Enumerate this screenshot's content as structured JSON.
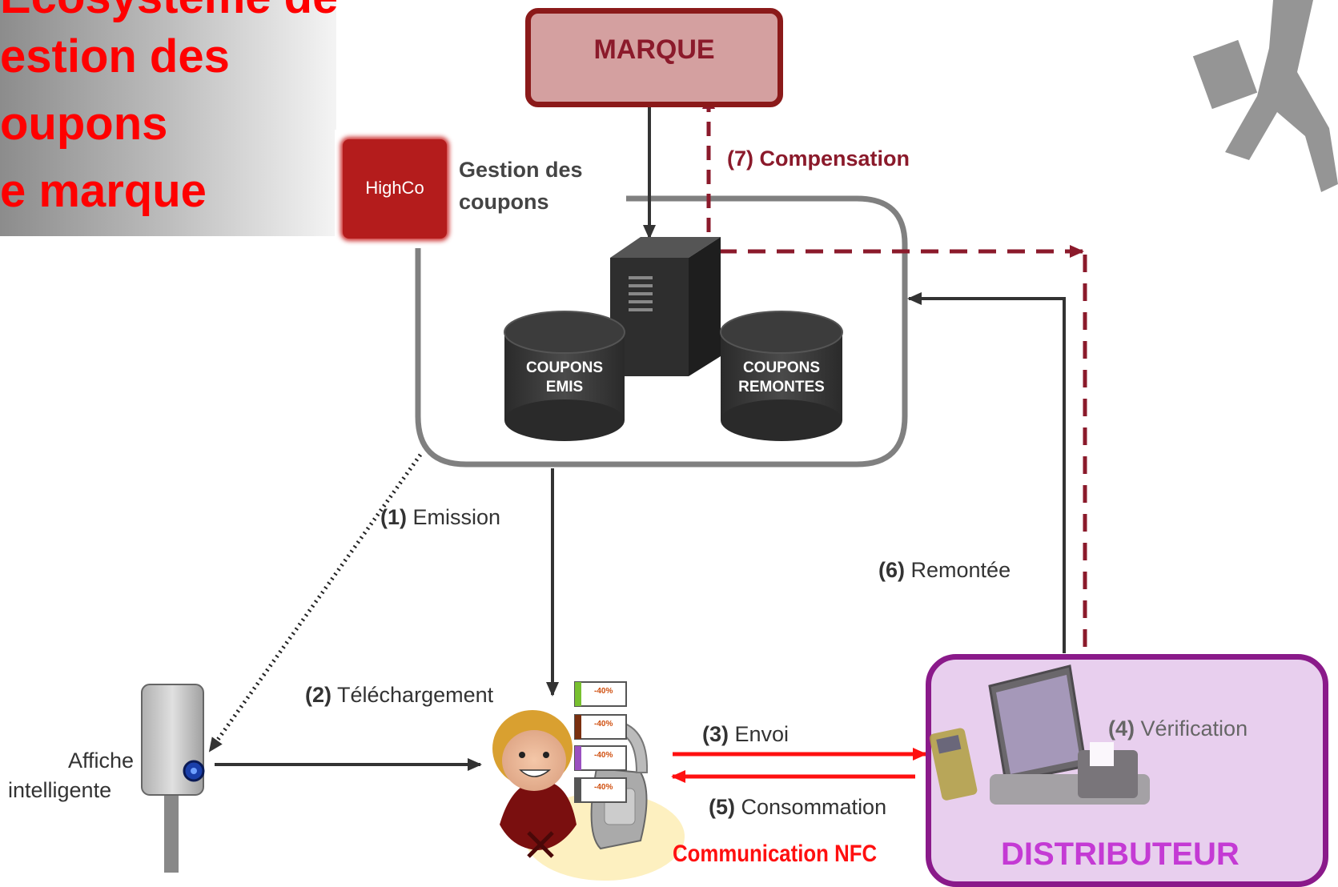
{
  "title": {
    "lines": [
      "Ecosystème de la",
      "estion des",
      "oupons",
      "e marque"
    ]
  },
  "marque": "MARQUE",
  "highco_logo": "HighCo",
  "gestion": {
    "line1": "Gestion des",
    "line2": "coupons"
  },
  "databases": {
    "emis_line1": "COUPONS",
    "emis_line2": "EMIS",
    "remontes_line1": "COUPONS",
    "remontes_line2": "REMONTES"
  },
  "steps": {
    "s1_num": "(1)",
    "s1_text": "Emission",
    "s2_num": "(2)",
    "s2_text": "Téléchargement",
    "s3_num": "(3)",
    "s3_text": "Envoi",
    "s4_num": "(4)",
    "s4_text": "Vérification",
    "s5_num": "(5)",
    "s5_text": "Consommation",
    "s6_num": "(6)",
    "s6_text": "Remontée",
    "s7": "(7) Compensation"
  },
  "affiche": {
    "line1": "Affiche",
    "line2": "intelligente"
  },
  "coupon_tag": "-40%",
  "nfc": "Communication NFC",
  "distributeur": "DISTRIBUTEUR",
  "colors": {
    "marque_border": "#8b1a1a",
    "marque_fill": "#d4a0a0",
    "compensation": "#8b1a2b",
    "nfc_red": "#ff1010",
    "title_red": "#ff0000",
    "distributeur_border": "#8a1a8a",
    "distributeur_fill": "#e8cfee",
    "distributeur_text": "#c43ad4"
  }
}
